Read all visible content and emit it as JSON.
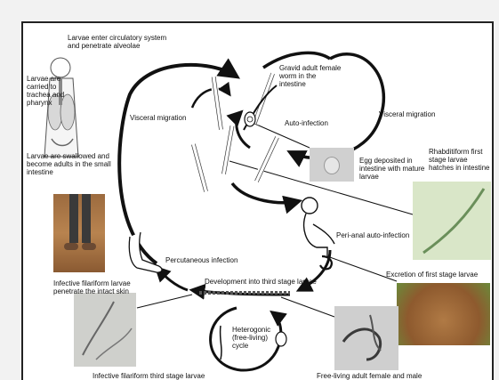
{
  "labels": {
    "larvae_enter": "Larvae enter circulatory system and penetrate alveolae",
    "larvae_carried": "Larvae are carried to trachea and pharynx",
    "visceral_left": "Visceral migration",
    "larvae_swallowed": "Larvae are swallowed and become adults in the small intestine",
    "gravid_adult": "Gravid adult female worm in the intestine",
    "auto_infection": "Auto-infection",
    "visceral_right": "Visceral migration",
    "egg_deposited": "Egg deposited in intestine with mature larvae",
    "rhabditiform": "Rhabditiform first stage larvae hatches in intestine",
    "peri_anal": "Peri-anal auto-infection",
    "infective_penetrate": "Infective filariform larvae penetrate the intact skin",
    "percutaneous": "Percutaneous infection",
    "development_third": "Development into third stage larvae",
    "excretion_first": "Excretion of first stage larvae",
    "heterogonic": "Heterogonic (free-living) cycle",
    "infective_third": "Infective filariform third stage larvae",
    "free_living_adults": "Free-living adult female and male"
  },
  "colors": {
    "page_background": "#f2f2f2",
    "frame": "#222222",
    "ink": "#111111",
    "soil_photo": "#a06a3c",
    "larva_photo": "#d9e6c8",
    "microscope_photo": "#cfd0cc"
  },
  "icons": [
    "human-body-icon",
    "feet-photo",
    "egg-photo",
    "larva-photo",
    "soil-photo",
    "microscope-larvae-photo",
    "free-living-adults-photo",
    "intestine-icon",
    "worm-icon",
    "sitting-person-icon",
    "foot-sketch-icon"
  ]
}
